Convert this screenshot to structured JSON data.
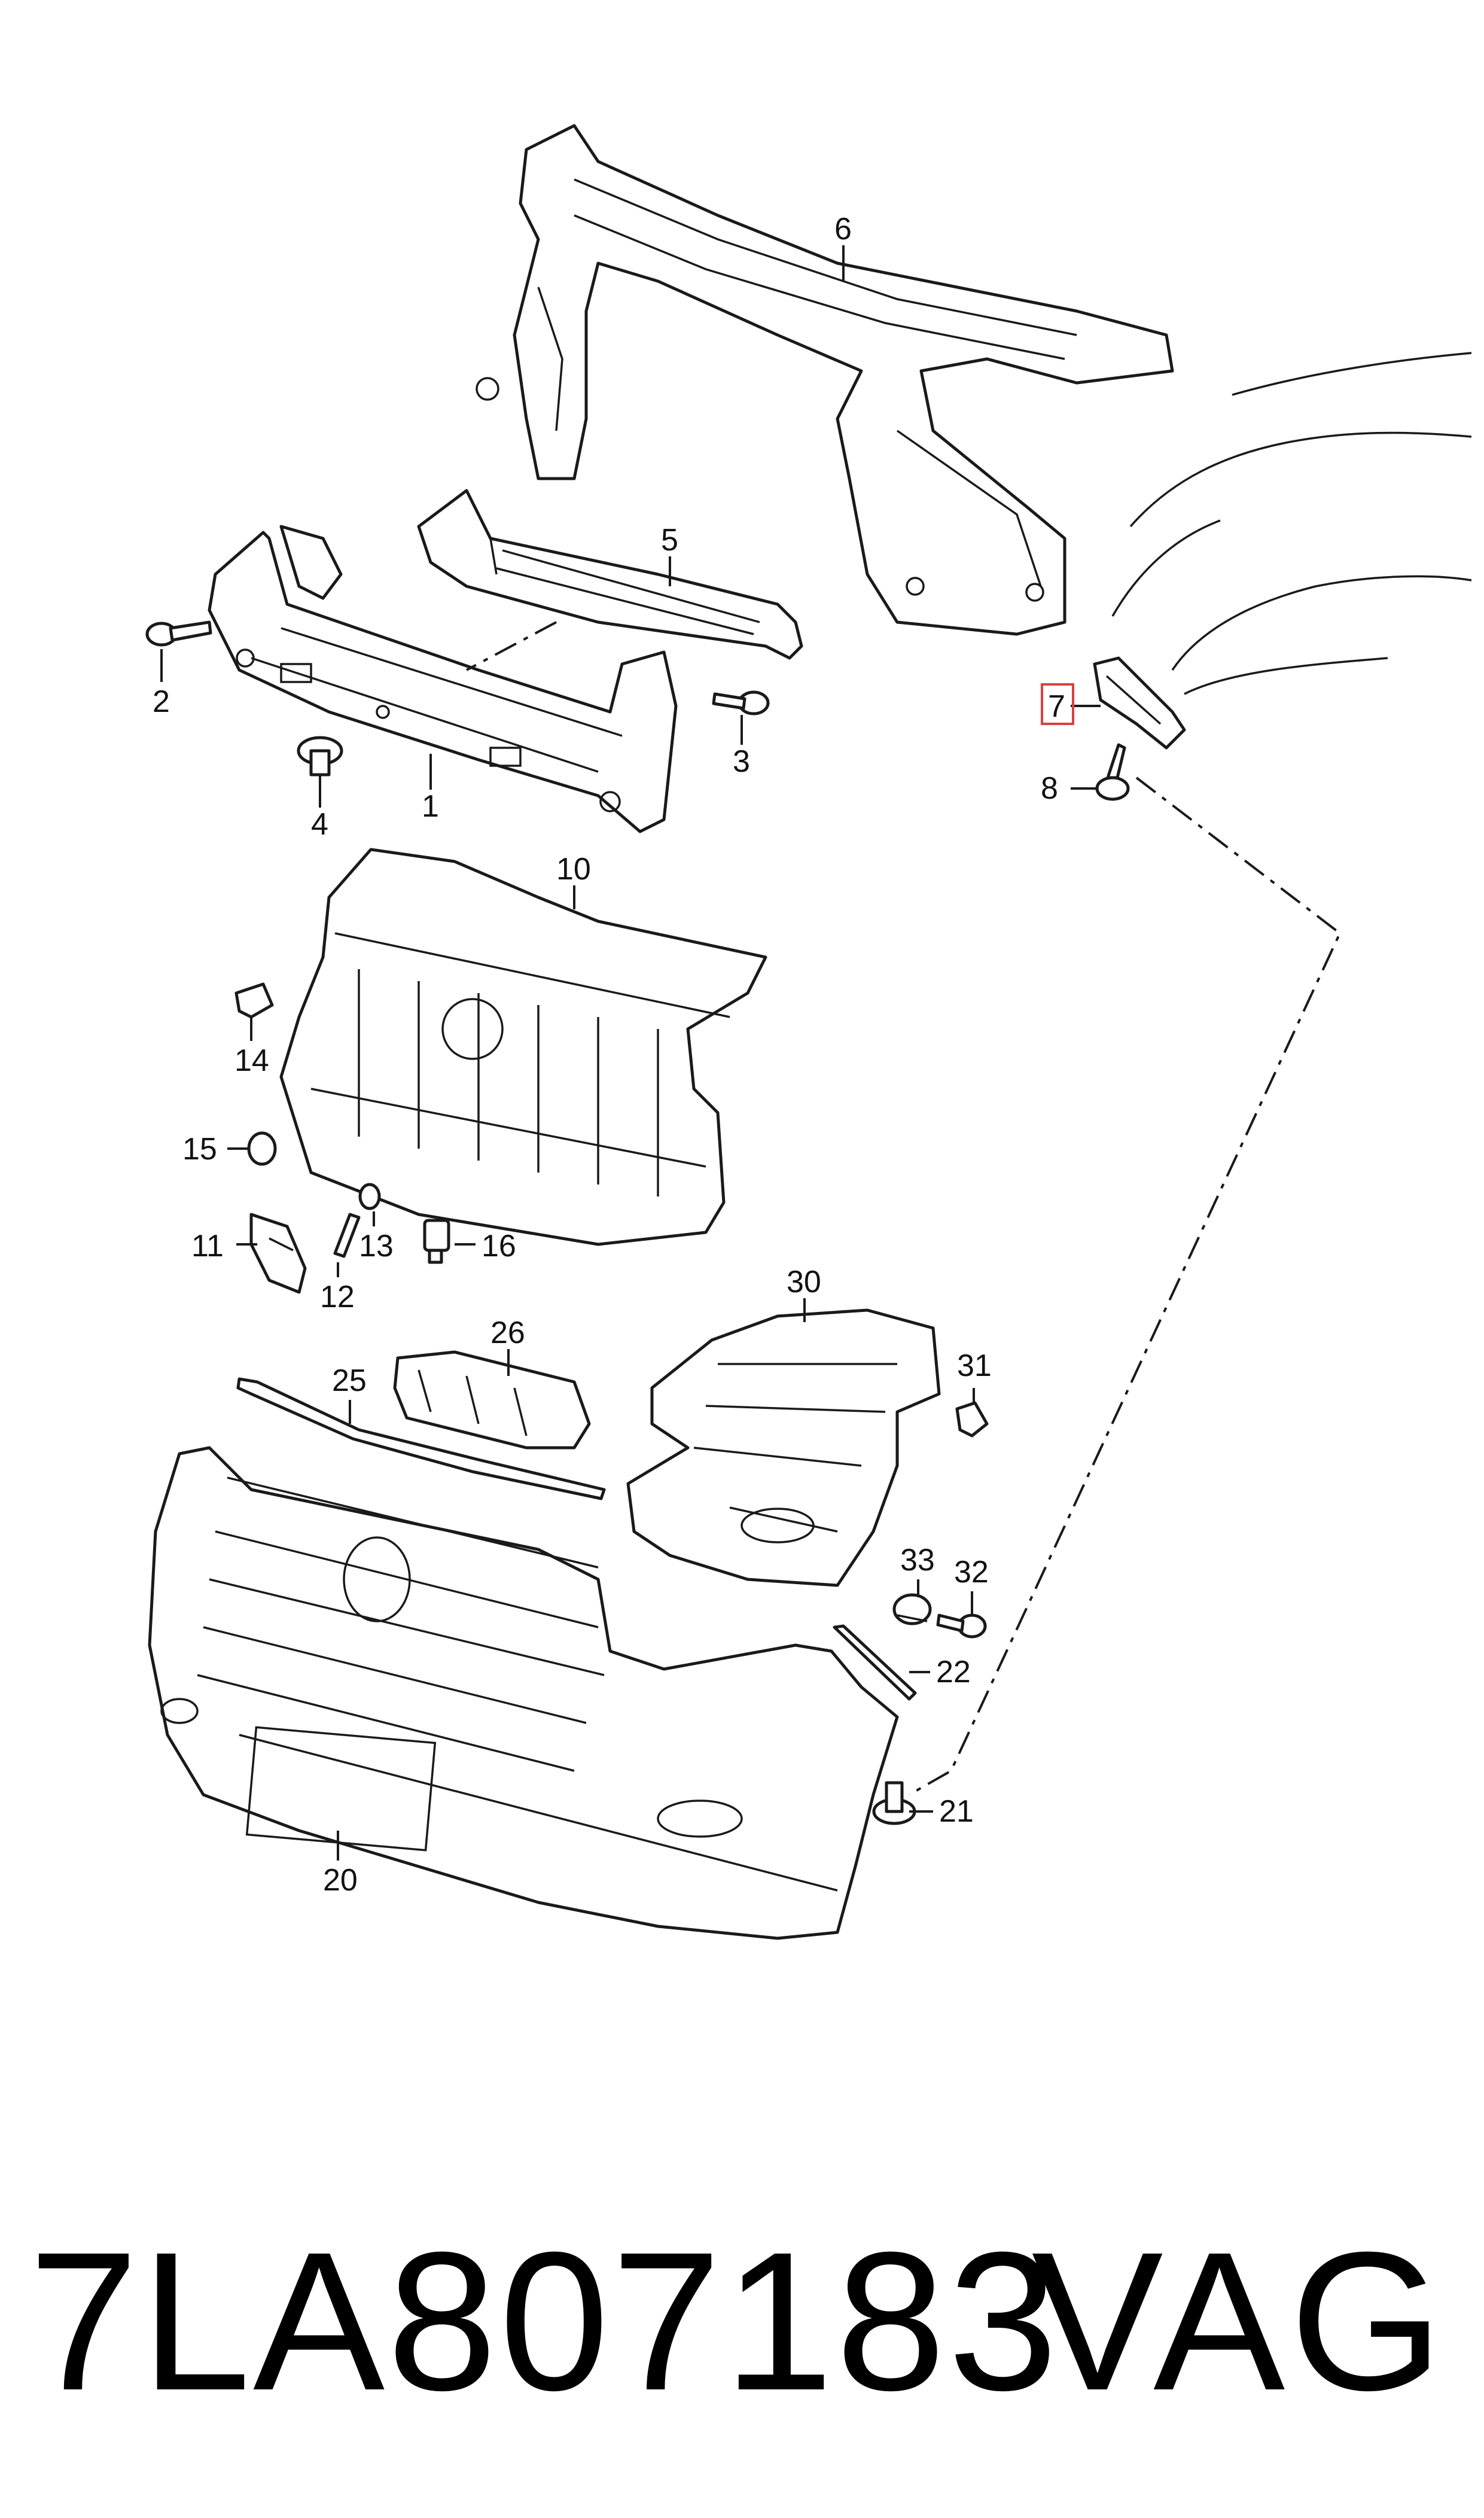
{
  "callouts": [
    {
      "id": "1",
      "label": "1"
    },
    {
      "id": "2",
      "label": "2"
    },
    {
      "id": "3",
      "label": "3"
    },
    {
      "id": "4",
      "label": "4"
    },
    {
      "id": "5",
      "label": "5"
    },
    {
      "id": "6",
      "label": "6"
    },
    {
      "id": "7",
      "label": "7"
    },
    {
      "id": "8",
      "label": "8"
    },
    {
      "id": "10",
      "label": "10"
    },
    {
      "id": "11",
      "label": "11"
    },
    {
      "id": "12",
      "label": "12"
    },
    {
      "id": "13",
      "label": "13"
    },
    {
      "id": "14",
      "label": "14"
    },
    {
      "id": "15",
      "label": "15"
    },
    {
      "id": "16",
      "label": "16"
    },
    {
      "id": "20",
      "label": "20"
    },
    {
      "id": "21",
      "label": "21"
    },
    {
      "id": "22",
      "label": "22"
    },
    {
      "id": "25",
      "label": "25"
    },
    {
      "id": "26",
      "label": "26"
    },
    {
      "id": "30",
      "label": "30"
    },
    {
      "id": "31",
      "label": "31"
    },
    {
      "id": "32",
      "label": "32"
    },
    {
      "id": "33",
      "label": "33"
    }
  ],
  "highlighted_callout": "7",
  "highlight_color": "#d94040",
  "footer": {
    "part_number": "7LA807183",
    "brand": "VAG"
  }
}
